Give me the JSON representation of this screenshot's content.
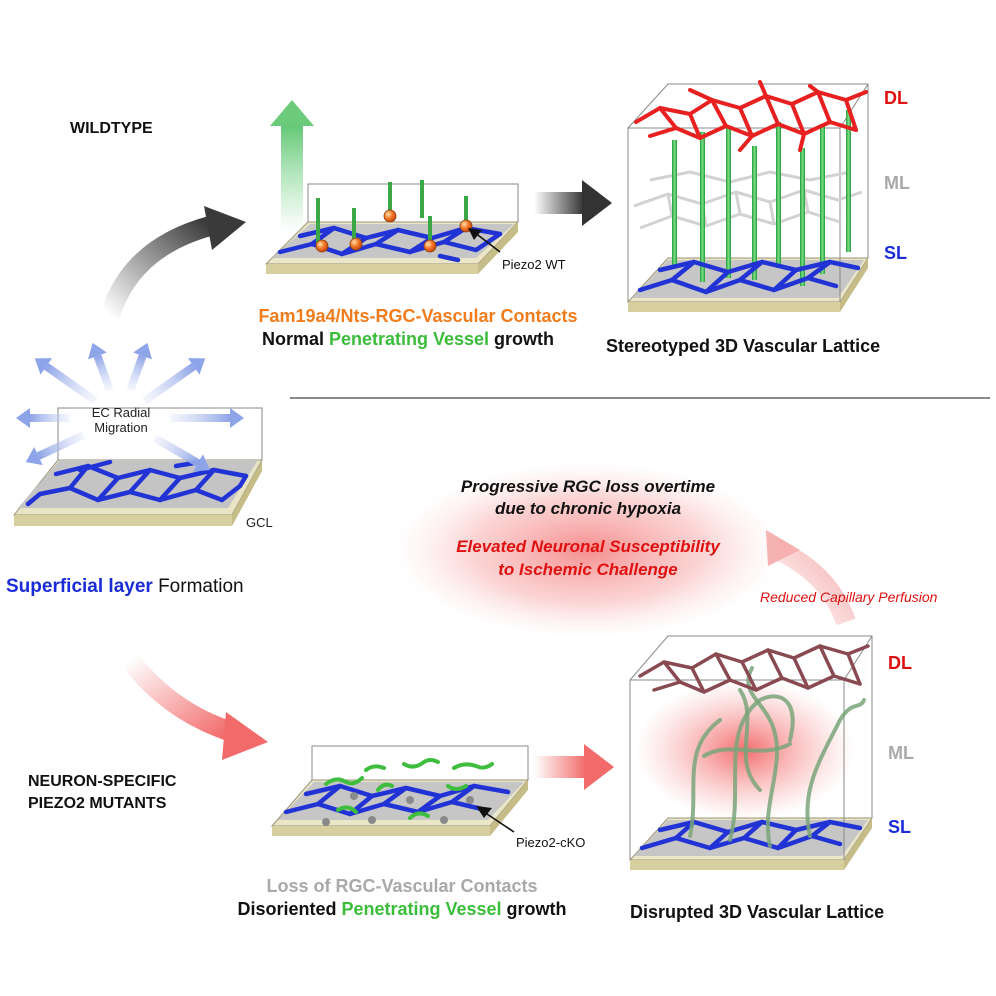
{
  "colors": {
    "red": "#e01010",
    "blue": "#1a2cd6",
    "green": "#3bbd3b",
    "orange": "#f07c1c",
    "gray": "#a9a9a9",
    "black": "#111111",
    "dark_red": "#8a4a52",
    "light_red": "#f28a8a"
  },
  "wildtype": {
    "heading": "WILDTYPE",
    "marker_label": "Piezo2 WT",
    "contacts_label": "Fam19a4/Nts-RGC-Vascular Contacts",
    "growth_caption": {
      "pre": "Normal ",
      "highlight": "Penetrating Vessel",
      "post": " growth"
    },
    "lattice_title": "Stereotyped 3D Vascular Lattice",
    "layers": {
      "dl": "DL",
      "ml": "ML",
      "sl": "SL"
    }
  },
  "origin": {
    "migration_label": [
      "EC Radial",
      "Migration"
    ],
    "gcl_label": "GCL",
    "formation_caption": {
      "highlight": "Superficial layer",
      "post": " Formation"
    }
  },
  "outcome": {
    "line1": "Progressive RGC loss overtime",
    "line2": "due to chronic hypoxia",
    "line3": "Elevated Neuronal Susceptibility",
    "line4": "to Ischemic Challenge",
    "perfusion_label": "Reduced Capillary Perfusion"
  },
  "mutant": {
    "heading": [
      "NEURON-SPECIFIC",
      "PIEZO2 MUTANTS"
    ],
    "marker_label": "Piezo2-cKO",
    "contacts_label": "Loss of RGC-Vascular Contacts",
    "growth_caption": {
      "pre": "Disoriented ",
      "highlight": "Penetrating Vessel",
      "post": " growth"
    },
    "lattice_title": "Disrupted 3D Vascular Lattice",
    "layers": {
      "dl": "DL",
      "ml": "ML",
      "sl": "SL"
    }
  }
}
